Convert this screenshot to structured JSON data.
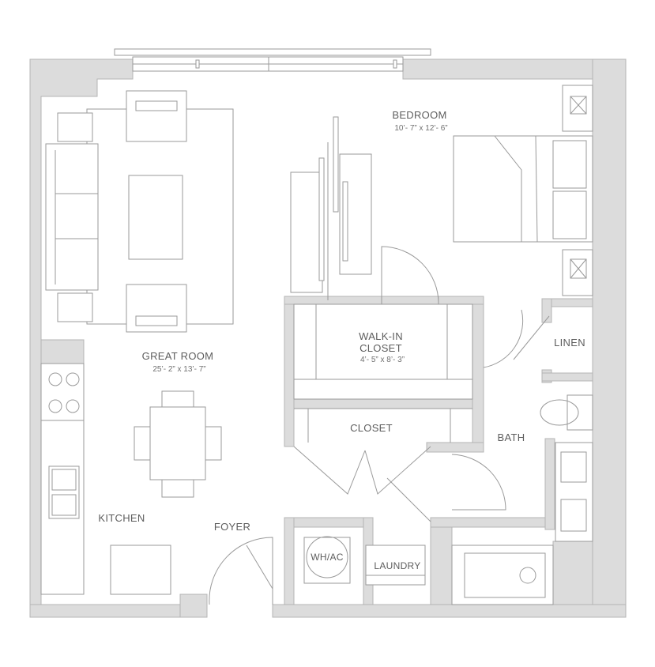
{
  "plan": {
    "bedroom": {
      "label": "BEDROOM",
      "dims": "10’- 7” x 12’- 6”"
    },
    "great_room": {
      "label": "GREAT ROOM",
      "dims": "25’- 2” x 13’- 7”"
    },
    "walk_in_closet": {
      "label_line1": "WALK-IN",
      "label_line2": "CLOSET",
      "dims": "4’- 5” x 8’- 3”"
    },
    "closet": {
      "label": "CLOSET"
    },
    "linen": {
      "label": "LINEN"
    },
    "bath": {
      "label": "BATH"
    },
    "kitchen": {
      "label": "KITCHEN"
    },
    "foyer": {
      "label": "FOYER"
    },
    "whac": {
      "label": "WH/AC"
    },
    "laundry": {
      "label": "LAUNDRY"
    }
  },
  "colors": {
    "wall_fill": "#dcdcdc",
    "line": "#9a9a9a",
    "text": "#5d5d5d"
  }
}
